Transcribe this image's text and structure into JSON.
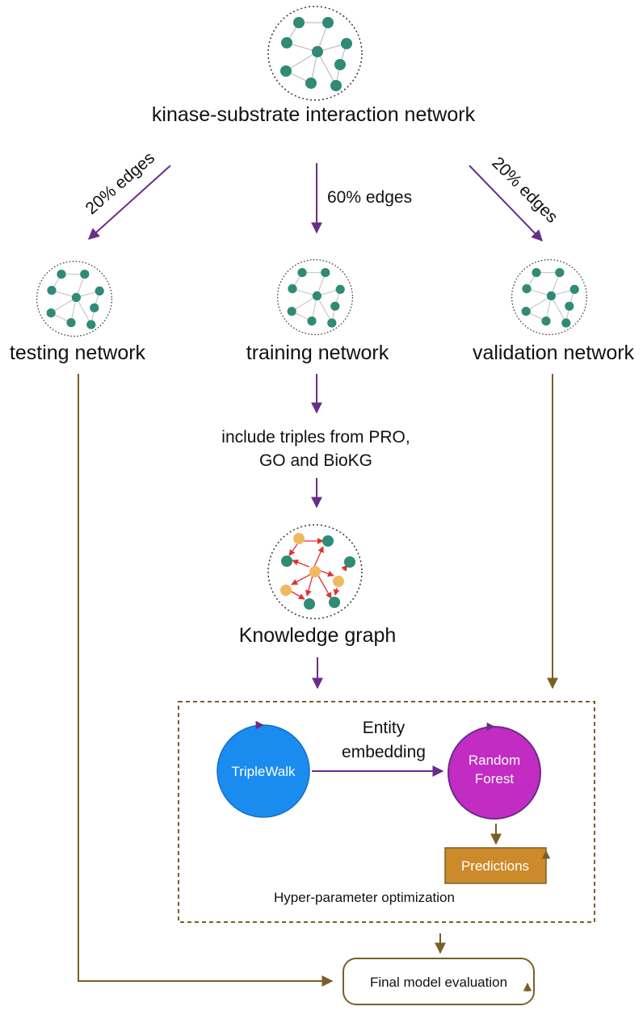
{
  "colors": {
    "node_green": "#2f8a76",
    "node_orange": "#f0b860",
    "edge_gray": "#c8c0c0",
    "kg_edge_red": "#e03030",
    "purple_arrow": "#6a2d8a",
    "brown_arrow": "#7a6028",
    "triplewalk_fill": "#1a8cf0",
    "random_forest_fill": "#c22cc2",
    "predictions_fill": "#cc8a2a"
  },
  "labels": {
    "top_network": "kinase-substrate interaction network",
    "split_left": "20% edges",
    "split_center": "60% edges",
    "split_right": "20% edges",
    "testing": "testing network",
    "training": "training network",
    "validation": "validation network",
    "include_line1": "include triples from PRO,",
    "include_line2": "GO and BioKG",
    "knowledge_graph": "Knowledge graph",
    "triplewalk": "TripleWalk",
    "embedding_line1": "Entity",
    "embedding_line2": "embedding",
    "random_forest_line1": "Random",
    "random_forest_line2": "Forest",
    "predictions": "Predictions",
    "hyperparam": "Hyper-parameter optimization",
    "final_eval": "Final model evaluation"
  }
}
